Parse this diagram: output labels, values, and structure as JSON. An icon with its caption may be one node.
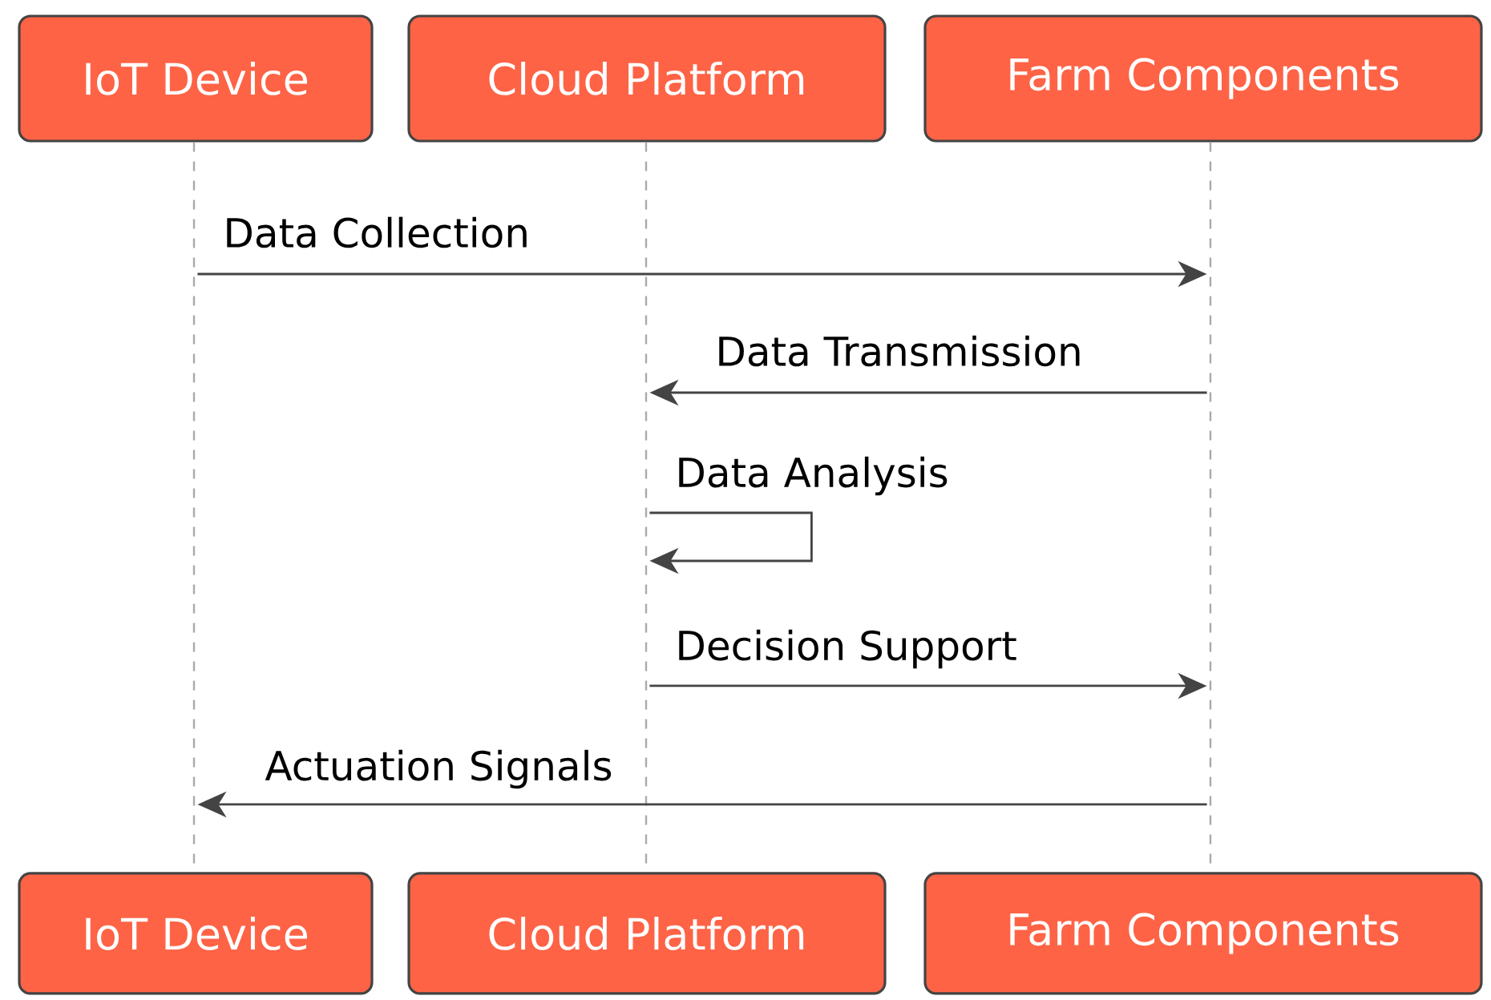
{
  "diagram": {
    "nodes": [
      {
        "text": [
          "IoT Device"
        ]
      },
      {
        "text": [
          "Cloud Platform"
        ]
      },
      {
        "text": [
          "Farm Components"
        ]
      },
      {
        "text": [],
        "shape": "line"
      },
      {
        "text": [],
        "shape": "line"
      },
      {
        "text": [],
        "shape": "line"
      },
      {
        "text": [
          "IoT Device"
        ]
      },
      {
        "text": [
          "Cloud Platform"
        ]
      },
      {
        "text": [
          "Farm Components"
        ]
      }
    ],
    "edges": [
      {
        "from": 3,
        "to": 5,
        "arrow": "to",
        "label": "Data Collection"
      },
      {
        "from": 5,
        "to": 4,
        "arrow": "to",
        "label": "Data Transmission"
      },
      {
        "from": 4,
        "to": 4,
        "arrow": "to",
        "label": "Data Analysis"
      },
      {
        "from": 4,
        "to": 5,
        "arrow": "to",
        "label": "Decision Support"
      },
      {
        "from": 5,
        "to": 3,
        "arrow": "to",
        "label": "Actuation Signals"
      }
    ]
  }
}
